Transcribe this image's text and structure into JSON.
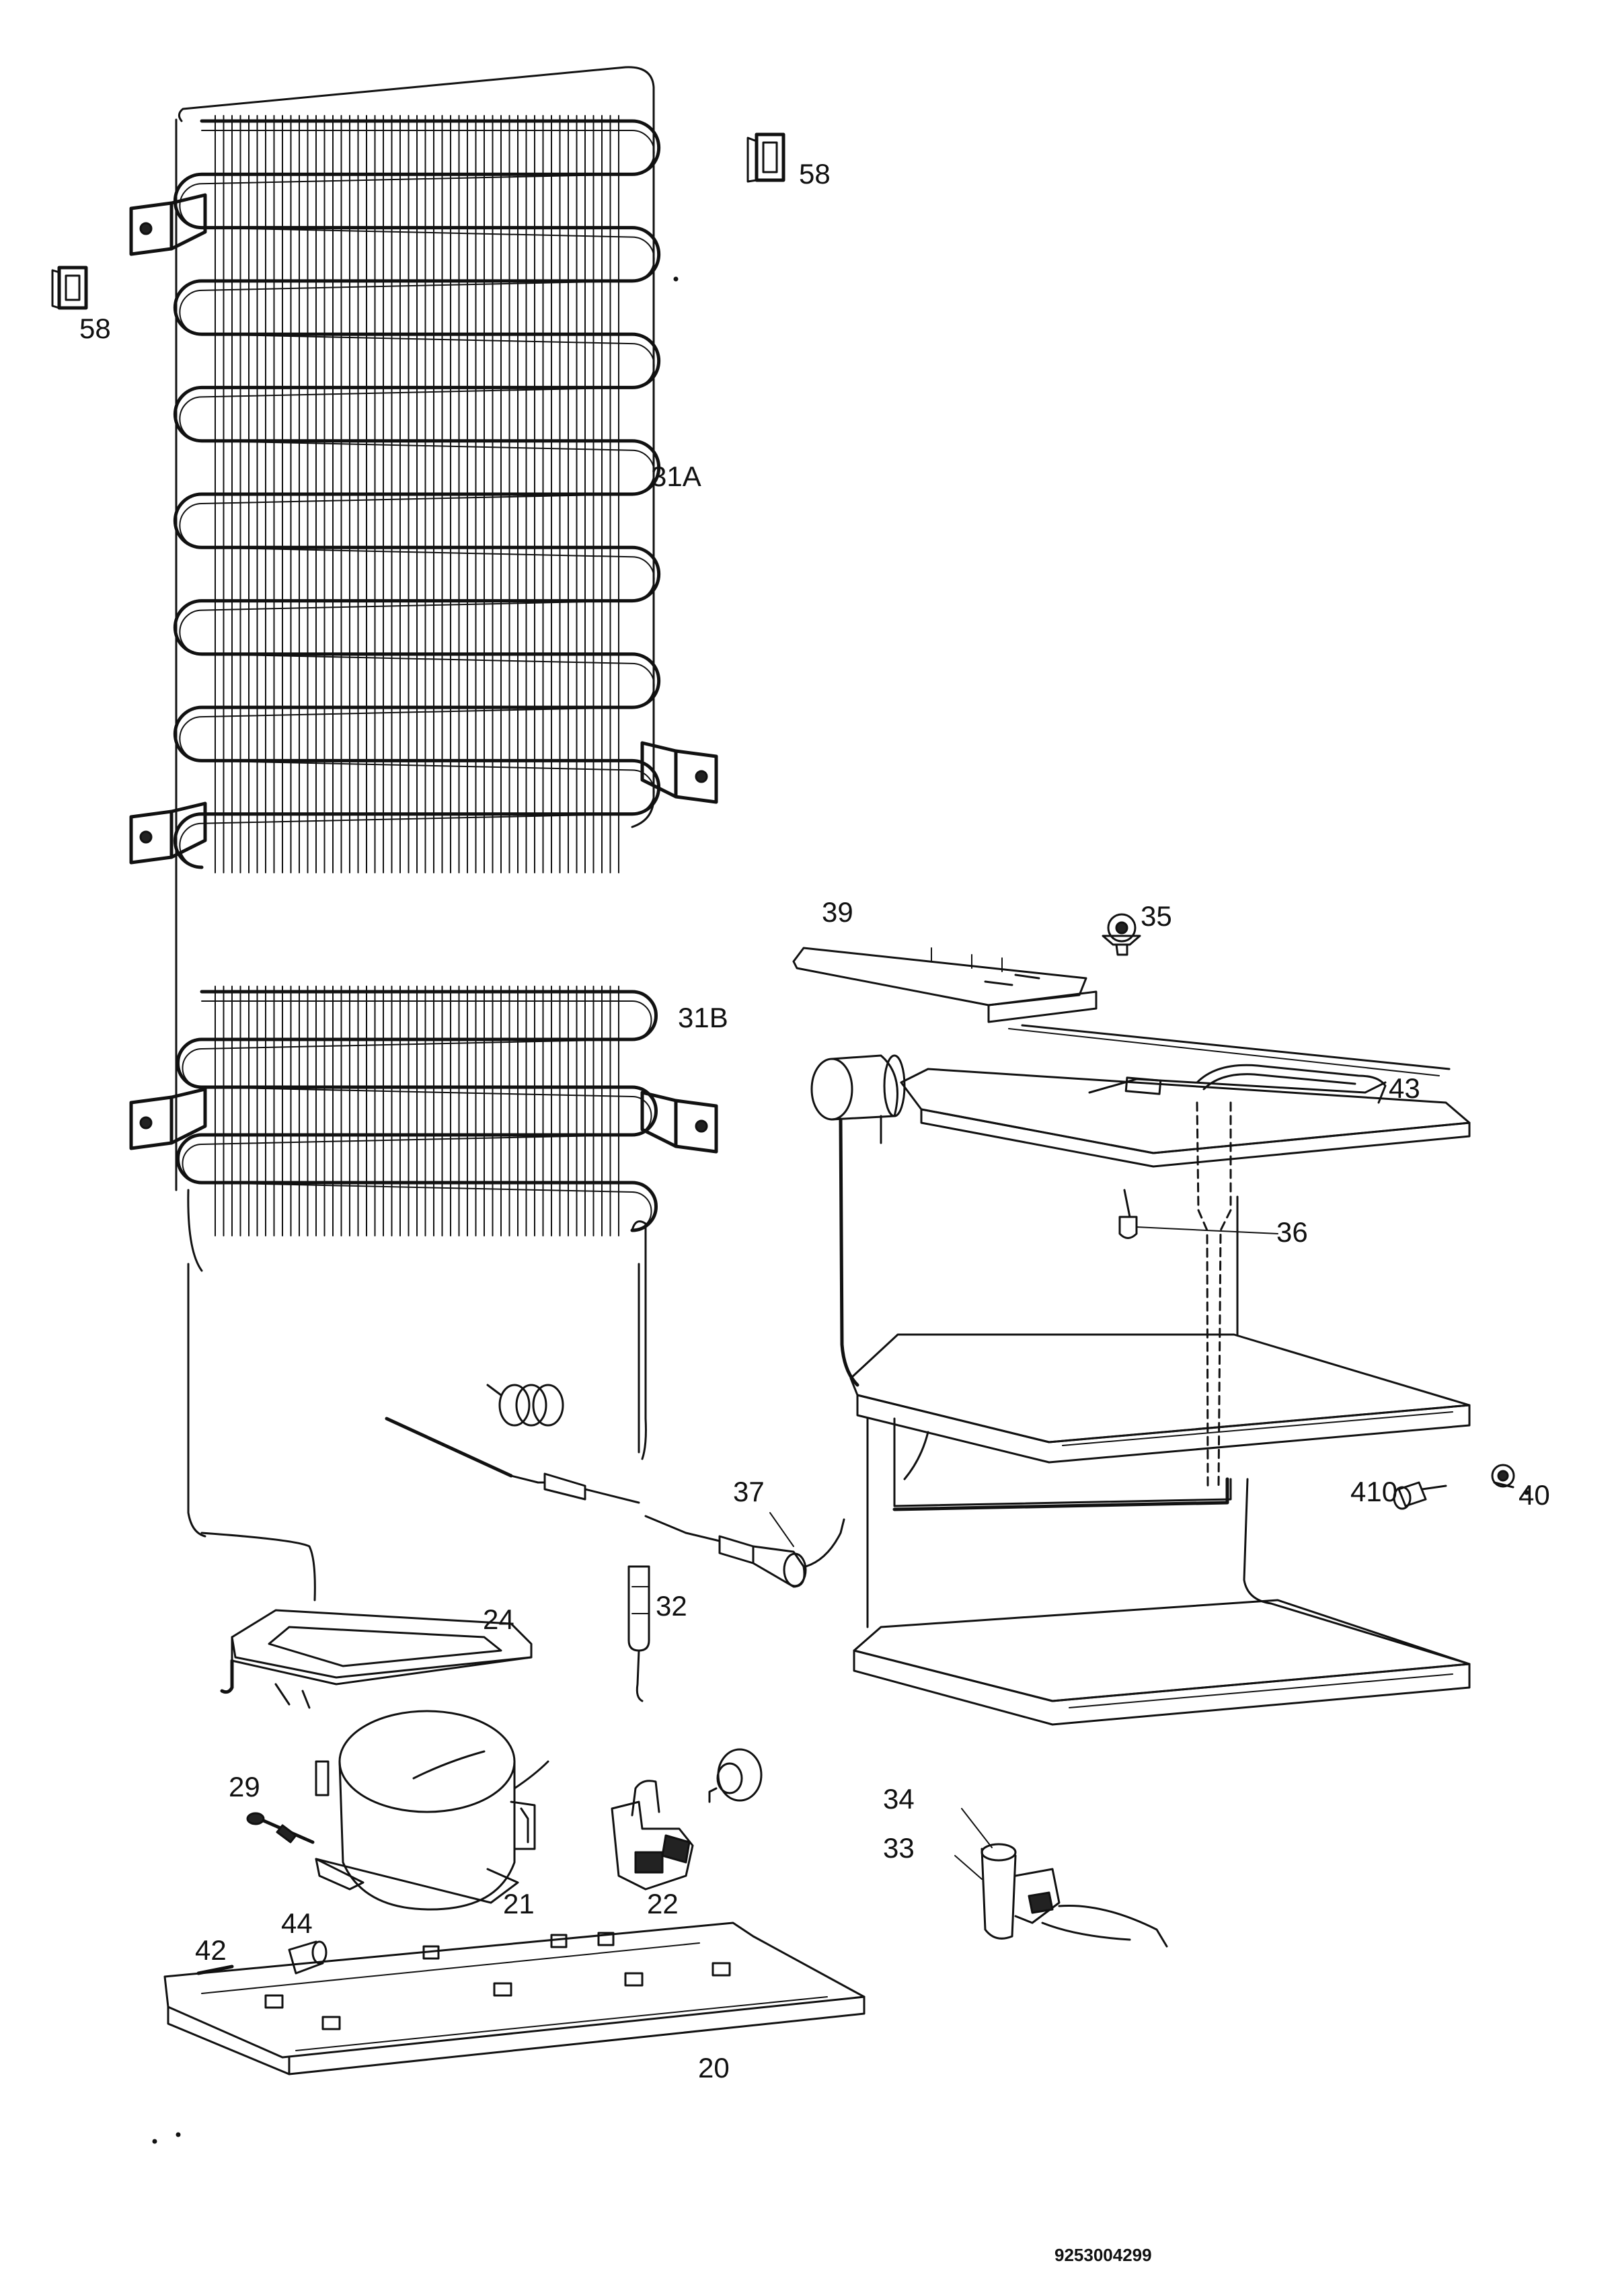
{
  "part_labels": {
    "p58a": "58",
    "p58b": "58",
    "p31a": "31A",
    "p31b": "31B",
    "p39": "39",
    "p35": "35",
    "p43": "43",
    "p36": "36",
    "p37": "37",
    "p410": "410",
    "p40": "40",
    "p32": "32",
    "p24": "24",
    "p29": "29",
    "p21": "21",
    "p22": "22",
    "p34": "34",
    "p33": "33",
    "p42": "42",
    "p44": "44",
    "p20": "20"
  },
  "document_number": "9253004299"
}
